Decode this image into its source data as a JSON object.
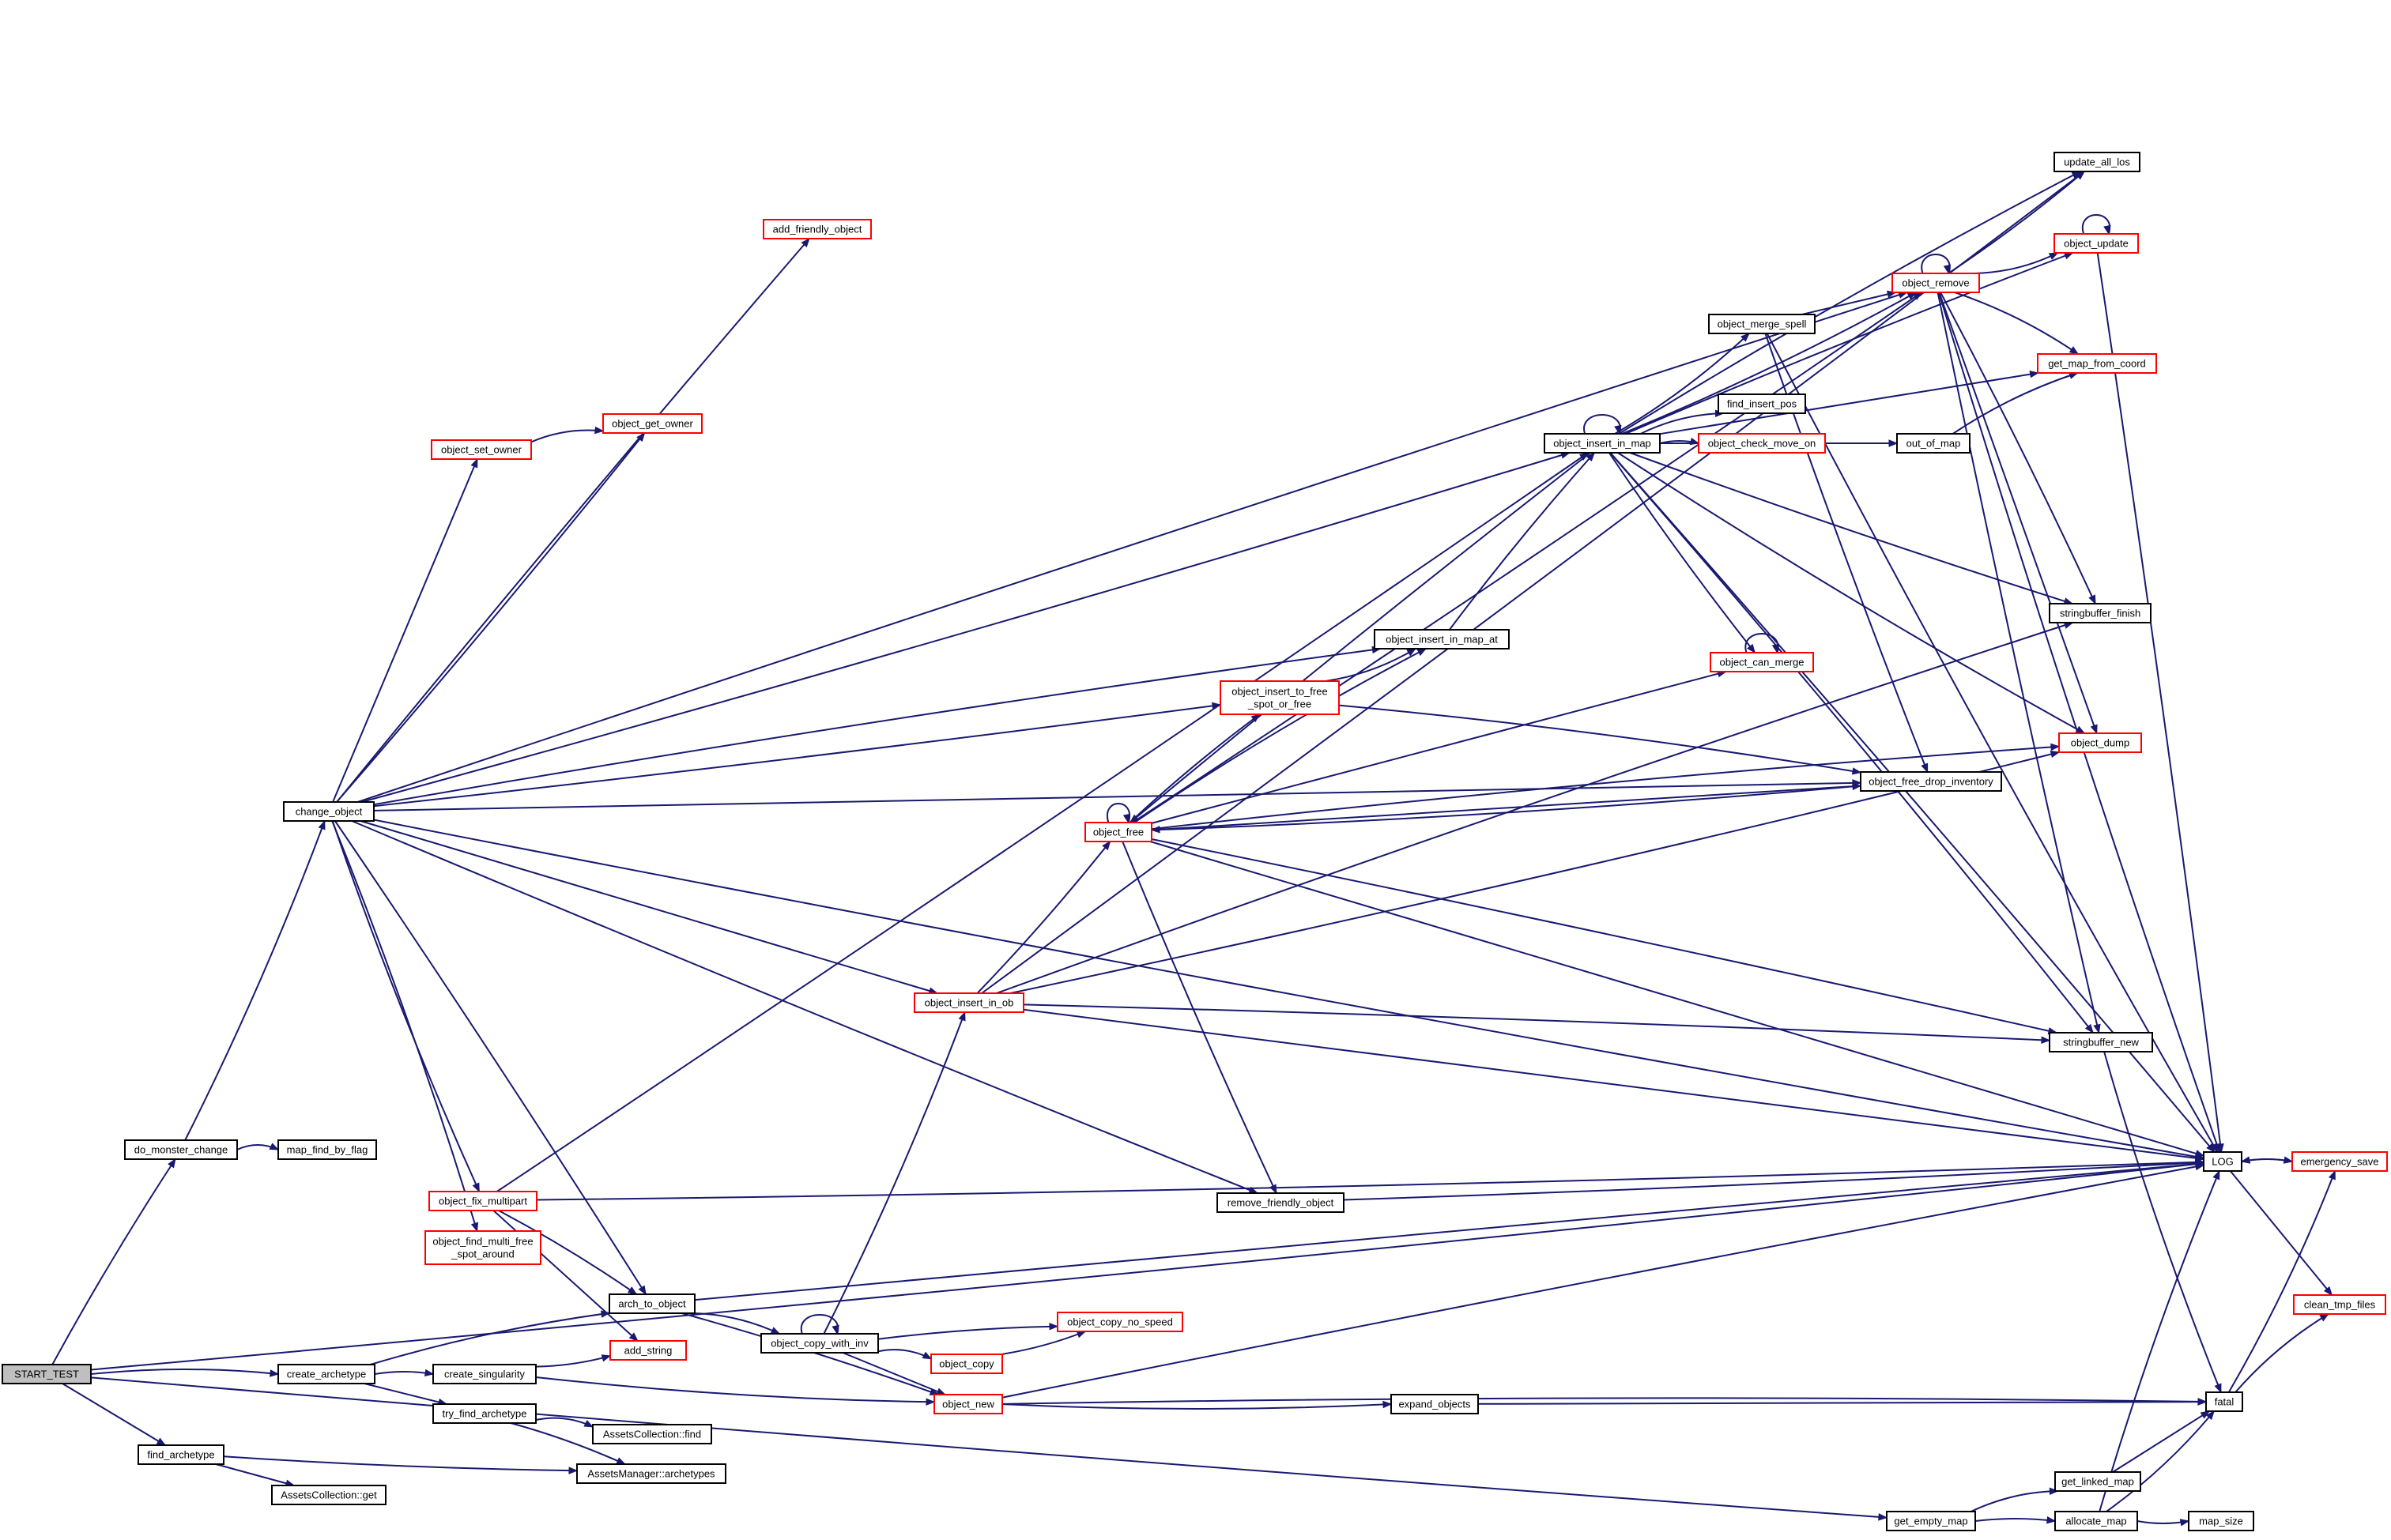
{
  "colors": {
    "edge": "#191970",
    "node_border_plain": "#000000",
    "node_border_truncated": "#ff0000",
    "root_fill": "#bfbfbf",
    "node_fill": "#ffffff"
  },
  "nodes": [
    {
      "id": "START_TEST",
      "lines": [
        "START_TEST"
      ],
      "style": "root"
    },
    {
      "id": "create_archetype",
      "lines": [
        "create_archetype"
      ],
      "style": "plain"
    },
    {
      "id": "do_monster_change",
      "lines": [
        "do_monster_change"
      ],
      "style": "plain"
    },
    {
      "id": "find_archetype",
      "lines": [
        "find_archetype"
      ],
      "style": "plain"
    },
    {
      "id": "get_empty_map",
      "lines": [
        "get_empty_map"
      ],
      "style": "plain"
    },
    {
      "id": "change_object",
      "lines": [
        "change_object"
      ],
      "style": "plain"
    },
    {
      "id": "map_find_by_flag",
      "lines": [
        "map_find_by_flag"
      ],
      "style": "plain"
    },
    {
      "id": "create_singularity",
      "lines": [
        "create_singularity"
      ],
      "style": "plain"
    },
    {
      "id": "try_find_archetype",
      "lines": [
        "try_find_archetype"
      ],
      "style": "plain"
    },
    {
      "id": "AssetsCollection_get",
      "lines": [
        "AssetsCollection::get"
      ],
      "style": "plain"
    },
    {
      "id": "AssetsCollection_find",
      "lines": [
        "AssetsCollection::find"
      ],
      "style": "plain"
    },
    {
      "id": "AssetsManager_archetypes",
      "lines": [
        "AssetsManager::archetypes"
      ],
      "style": "plain"
    },
    {
      "id": "add_friendly_object",
      "lines": [
        "add_friendly_object"
      ],
      "style": "red"
    },
    {
      "id": "object_set_owner",
      "lines": [
        "object_set_owner"
      ],
      "style": "red"
    },
    {
      "id": "object_get_owner",
      "lines": [
        "object_get_owner"
      ],
      "style": "red"
    },
    {
      "id": "object_fix_multipart",
      "lines": [
        "object_fix_multipart"
      ],
      "style": "red"
    },
    {
      "id": "object_find_multi_free_spot_around",
      "lines": [
        "object_find_multi_free",
        "_spot_around"
      ],
      "style": "red"
    },
    {
      "id": "arch_to_object",
      "lines": [
        "arch_to_object"
      ],
      "style": "plain"
    },
    {
      "id": "add_string",
      "lines": [
        "add_string"
      ],
      "style": "red"
    },
    {
      "id": "object_copy_with_inv",
      "lines": [
        "object_copy_with_inv"
      ],
      "style": "plain"
    },
    {
      "id": "object_copy",
      "lines": [
        "object_copy"
      ],
      "style": "red"
    },
    {
      "id": "object_copy_no_speed",
      "lines": [
        "object_copy_no_speed"
      ],
      "style": "red"
    },
    {
      "id": "object_new",
      "lines": [
        "object_new"
      ],
      "style": "red"
    },
    {
      "id": "object_insert_in_ob",
      "lines": [
        "object_insert_in_ob"
      ],
      "style": "red"
    },
    {
      "id": "object_free",
      "lines": [
        "object_free"
      ],
      "style": "red"
    },
    {
      "id": "object_insert_to_free_spot_or_free",
      "lines": [
        "object_insert_to_free",
        "_spot_or_free"
      ],
      "style": "red"
    },
    {
      "id": "object_insert_in_map_at",
      "lines": [
        "object_insert_in_map_at"
      ],
      "style": "plain"
    },
    {
      "id": "remove_friendly_object",
      "lines": [
        "remove_friendly_object"
      ],
      "style": "plain"
    },
    {
      "id": "expand_objects",
      "lines": [
        "expand_objects"
      ],
      "style": "plain"
    },
    {
      "id": "object_insert_in_map",
      "lines": [
        "object_insert_in_map"
      ],
      "style": "plain"
    },
    {
      "id": "object_merge_spell",
      "lines": [
        "object_merge_spell"
      ],
      "style": "plain"
    },
    {
      "id": "find_insert_pos",
      "lines": [
        "find_insert_pos"
      ],
      "style": "plain"
    },
    {
      "id": "object_check_move_on",
      "lines": [
        "object_check_move_on"
      ],
      "style": "red"
    },
    {
      "id": "out_of_map",
      "lines": [
        "out_of_map"
      ],
      "style": "plain"
    },
    {
      "id": "object_can_merge",
      "lines": [
        "object_can_merge"
      ],
      "style": "red"
    },
    {
      "id": "object_remove",
      "lines": [
        "object_remove"
      ],
      "style": "red"
    },
    {
      "id": "update_all_los",
      "lines": [
        "update_all_los"
      ],
      "style": "plain"
    },
    {
      "id": "object_update",
      "lines": [
        "object_update"
      ],
      "style": "red"
    },
    {
      "id": "get_map_from_coord",
      "lines": [
        "get_map_from_coord"
      ],
      "style": "red"
    },
    {
      "id": "stringbuffer_finish",
      "lines": [
        "stringbuffer_finish"
      ],
      "style": "plain"
    },
    {
      "id": "object_dump",
      "lines": [
        "object_dump"
      ],
      "style": "red"
    },
    {
      "id": "object_free_drop_inventory",
      "lines": [
        "object_free_drop_inventory"
      ],
      "style": "plain"
    },
    {
      "id": "stringbuffer_new",
      "lines": [
        "stringbuffer_new"
      ],
      "style": "plain"
    },
    {
      "id": "get_linked_map",
      "lines": [
        "get_linked_map"
      ],
      "style": "plain"
    },
    {
      "id": "allocate_map",
      "lines": [
        "allocate_map"
      ],
      "style": "plain"
    },
    {
      "id": "map_size",
      "lines": [
        "map_size"
      ],
      "style": "plain"
    },
    {
      "id": "LOG",
      "lines": [
        "LOG"
      ],
      "style": "plain"
    },
    {
      "id": "emergency_save",
      "lines": [
        "emergency_save"
      ],
      "style": "red"
    },
    {
      "id": "clean_tmp_files",
      "lines": [
        "clean_tmp_files"
      ],
      "style": "red"
    },
    {
      "id": "fatal",
      "lines": [
        "fatal"
      ],
      "style": "plain"
    }
  ],
  "edges": [
    [
      "START_TEST",
      "create_archetype"
    ],
    [
      "START_TEST",
      "do_monster_change"
    ],
    [
      "START_TEST",
      "find_archetype"
    ],
    [
      "START_TEST",
      "get_empty_map"
    ],
    [
      "START_TEST",
      "LOG"
    ],
    [
      "create_archetype",
      "arch_to_object"
    ],
    [
      "create_archetype",
      "create_singularity"
    ],
    [
      "create_archetype",
      "try_find_archetype"
    ],
    [
      "create_singularity",
      "add_string"
    ],
    [
      "create_singularity",
      "object_new"
    ],
    [
      "try_find_archetype",
      "AssetsCollection_find"
    ],
    [
      "try_find_archetype",
      "AssetsManager_archetypes"
    ],
    [
      "find_archetype",
      "AssetsCollection_get"
    ],
    [
      "find_archetype",
      "AssetsManager_archetypes"
    ],
    [
      "do_monster_change",
      "change_object"
    ],
    [
      "do_monster_change",
      "map_find_by_flag"
    ],
    [
      "change_object",
      "add_friendly_object"
    ],
    [
      "change_object",
      "object_set_owner"
    ],
    [
      "change_object",
      "object_get_owner"
    ],
    [
      "change_object",
      "object_fix_multipart"
    ],
    [
      "change_object",
      "object_find_multi_free_spot_around"
    ],
    [
      "change_object",
      "arch_to_object"
    ],
    [
      "change_object",
      "object_insert_in_ob"
    ],
    [
      "change_object",
      "object_insert_to_free_spot_or_free"
    ],
    [
      "change_object",
      "object_insert_in_map"
    ],
    [
      "change_object",
      "object_insert_in_map_at"
    ],
    [
      "change_object",
      "object_remove"
    ],
    [
      "change_object",
      "object_free_drop_inventory"
    ],
    [
      "change_object",
      "remove_friendly_object"
    ],
    [
      "change_object",
      "LOG"
    ],
    [
      "object_set_owner",
      "object_get_owner"
    ],
    [
      "object_fix_multipart",
      "arch_to_object"
    ],
    [
      "object_fix_multipart",
      "add_string"
    ],
    [
      "object_fix_multipart",
      "object_insert_in_map"
    ],
    [
      "object_fix_multipart",
      "LOG"
    ],
    [
      "arch_to_object",
      "object_copy_with_inv"
    ],
    [
      "arch_to_object",
      "object_new"
    ],
    [
      "arch_to_object",
      "LOG"
    ],
    [
      "object_copy_with_inv",
      "object_copy_with_inv"
    ],
    [
      "object_copy_with_inv",
      "object_insert_in_ob"
    ],
    [
      "object_copy_with_inv",
      "object_copy"
    ],
    [
      "object_copy_with_inv",
      "object_copy_no_speed"
    ],
    [
      "object_copy_with_inv",
      "object_new"
    ],
    [
      "object_copy",
      "object_copy_no_speed"
    ],
    [
      "object_new",
      "expand_objects"
    ],
    [
      "object_new",
      "fatal"
    ],
    [
      "object_new",
      "LOG"
    ],
    [
      "expand_objects",
      "fatal"
    ],
    [
      "object_insert_in_ob",
      "object_free"
    ],
    [
      "object_insert_in_ob",
      "object_dump"
    ],
    [
      "object_insert_in_ob",
      "stringbuffer_finish"
    ],
    [
      "object_insert_in_ob",
      "stringbuffer_new"
    ],
    [
      "object_insert_in_ob",
      "LOG"
    ],
    [
      "object_insert_in_ob",
      "update_all_los"
    ],
    [
      "object_free",
      "object_free"
    ],
    [
      "object_free",
      "object_insert_in_map_at"
    ],
    [
      "object_free",
      "object_insert_to_free_spot_or_free"
    ],
    [
      "object_free",
      "object_can_merge"
    ],
    [
      "object_free",
      "object_remove"
    ],
    [
      "object_free",
      "object_free_drop_inventory"
    ],
    [
      "object_free",
      "object_dump"
    ],
    [
      "object_free",
      "stringbuffer_new"
    ],
    [
      "object_free",
      "LOG"
    ],
    [
      "object_free",
      "remove_friendly_object"
    ],
    [
      "object_insert_to_free_spot_or_free",
      "object_insert_in_map_at"
    ],
    [
      "object_insert_to_free_spot_or_free",
      "object_free_drop_inventory"
    ],
    [
      "object_insert_in_map_at",
      "object_insert_in_map"
    ],
    [
      "object_insert_in_map",
      "object_insert_in_map"
    ],
    [
      "object_insert_in_map",
      "object_free"
    ],
    [
      "object_insert_in_map",
      "object_merge_spell"
    ],
    [
      "object_insert_in_map",
      "find_insert_pos"
    ],
    [
      "object_insert_in_map",
      "object_check_move_on"
    ],
    [
      "object_insert_in_map",
      "out_of_map"
    ],
    [
      "object_insert_in_map",
      "object_can_merge"
    ],
    [
      "object_insert_in_map",
      "object_remove"
    ],
    [
      "object_insert_in_map",
      "update_all_los"
    ],
    [
      "object_insert_in_map",
      "object_update"
    ],
    [
      "object_insert_in_map",
      "get_map_from_coord"
    ],
    [
      "object_insert_in_map",
      "stringbuffer_finish"
    ],
    [
      "object_insert_in_map",
      "object_dump"
    ],
    [
      "object_insert_in_map",
      "stringbuffer_new"
    ],
    [
      "object_insert_in_map",
      "LOG"
    ],
    [
      "object_merge_spell",
      "object_remove"
    ],
    [
      "object_merge_spell",
      "object_free_drop_inventory"
    ],
    [
      "object_merge_spell",
      "LOG"
    ],
    [
      "out_of_map",
      "get_map_from_coord"
    ],
    [
      "object_can_merge",
      "object_can_merge"
    ],
    [
      "object_remove",
      "object_remove"
    ],
    [
      "object_remove",
      "update_all_los"
    ],
    [
      "object_remove",
      "object_update"
    ],
    [
      "object_remove",
      "get_map_from_coord"
    ],
    [
      "object_remove",
      "stringbuffer_finish"
    ],
    [
      "object_remove",
      "object_dump"
    ],
    [
      "object_remove",
      "stringbuffer_new"
    ],
    [
      "object_remove",
      "LOG"
    ],
    [
      "object_update",
      "object_update"
    ],
    [
      "object_update",
      "LOG"
    ],
    [
      "object_free_drop_inventory",
      "object_free"
    ],
    [
      "remove_friendly_object",
      "LOG"
    ],
    [
      "stringbuffer_new",
      "fatal"
    ],
    [
      "get_empty_map",
      "get_linked_map"
    ],
    [
      "get_empty_map",
      "allocate_map"
    ],
    [
      "get_linked_map",
      "fatal"
    ],
    [
      "allocate_map",
      "map_size"
    ],
    [
      "allocate_map",
      "fatal"
    ],
    [
      "allocate_map",
      "LOG"
    ],
    [
      "LOG",
      "emergency_save"
    ],
    [
      "LOG",
      "clean_tmp_files"
    ],
    [
      "emergency_save",
      "LOG"
    ],
    [
      "fatal",
      "emergency_save"
    ],
    [
      "fatal",
      "clean_tmp_files"
    ]
  ]
}
